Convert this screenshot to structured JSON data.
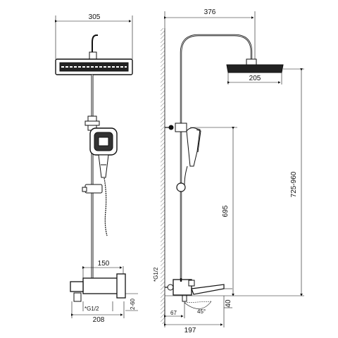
{
  "drawing": {
    "front_view": {
      "width_head": "305",
      "width_valve_body": "150",
      "width_overall_valve": "208",
      "inlet_thread": "*G1/2",
      "inlet_offset": "2-60"
    },
    "side_view": {
      "width_top": "376",
      "head_width": "205",
      "height_total": "725-960",
      "height_slider": "695",
      "inlet_thread": "*G1/2",
      "spout_reach": "197",
      "spout_offset": "67",
      "spout_angle": "45°",
      "spout_height": "40"
    }
  }
}
